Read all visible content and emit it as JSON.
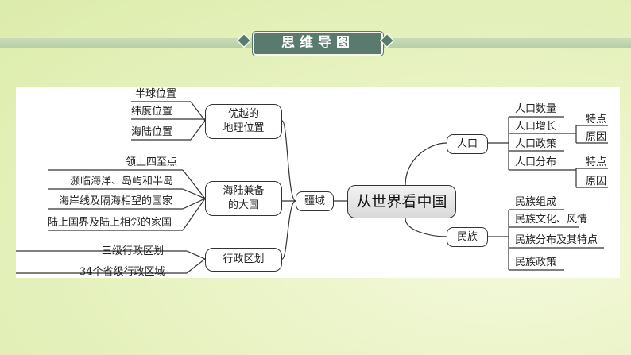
{
  "header": {
    "title": "思维导图"
  },
  "center": "从世界看中国",
  "left": {
    "branch_label": "疆域",
    "groups": [
      {
        "label": "优越的\n地理位置",
        "items": [
          "半球位置",
          "纬度位置",
          "海陆位置"
        ]
      },
      {
        "label": "海陆兼备\n的大国",
        "items": [
          "领土四至点",
          "濒临海洋、岛屿和半岛",
          "海岸线及隔海相望的国家",
          "陆上国界及陆上相邻的家国"
        ]
      },
      {
        "label": "行政区划",
        "items": [
          "三级行政区划",
          "34个省级行政区域"
        ]
      }
    ]
  },
  "right": {
    "population": {
      "label": "人口",
      "items": [
        "人口数量",
        "人口增长",
        "人口政策",
        "人口分布"
      ],
      "sub_growth": [
        "特点",
        "原因"
      ],
      "sub_distribution": [
        "特点",
        "原因"
      ]
    },
    "ethnic": {
      "label": "民族",
      "items": [
        "民族组成",
        "民族文化、风情",
        "民族分布及其特点",
        "民族政策"
      ]
    }
  }
}
